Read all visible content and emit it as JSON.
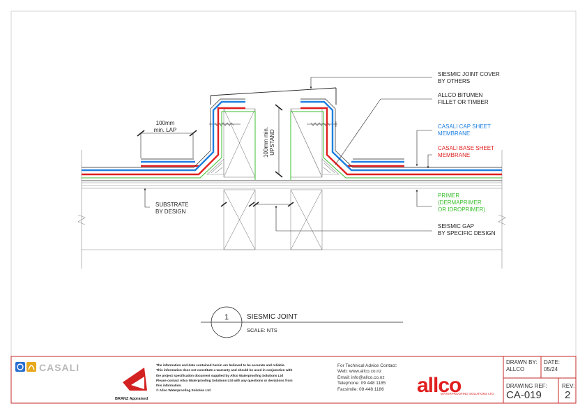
{
  "annotations": {
    "seismic_cover": [
      "SIESMIC JOINT COVER",
      "BY OTHERS"
    ],
    "fillet": [
      "ALLCO BITUMEN",
      "FILLET OR TIMBER"
    ],
    "cap_sheet": [
      "CASALI CAP SHEET",
      "MEMBRANE"
    ],
    "base_sheet": [
      "CASALI BASE SHEET",
      "MEMBRANE"
    ],
    "primer": [
      "PRIMER",
      "(DERMAPRIMER",
      "OR IDROPRIMER)"
    ],
    "gap": [
      "SEISMIC GAP",
      "BY SPECIFIC DESIGN"
    ],
    "substrate": [
      "SUBSTRATE",
      "BY DESIGN"
    ],
    "lap": [
      "100mm",
      "min. LAP"
    ],
    "upstand": [
      "100mm min.",
      "UPSTAND"
    ]
  },
  "title_block": {
    "number": "1",
    "title": "SIESMIC JOINT",
    "scale": "SCALE: NTS"
  },
  "footer": {
    "casali_logo": "CASALI",
    "branz_label": "BRANZ Appraised",
    "disclaimer": [
      "The information and data contained herein are believed to be accurate and reliable.",
      "This information does not constitute a warranty and should be used in conjunction with",
      "the project specification document supplied by Allco Waterproofing Solutions Ltd",
      "Please contact Allco Waterproofing Solutions Ltd with any questions or deviations from",
      "this information.",
      "© Allco Waterproofing Solution Ltd"
    ],
    "contact": [
      "For Technical Advice Contact:",
      "Web: www.allco.co.nz",
      "Email: info@allco.co.nz",
      "Telephone: 09 448 1185",
      "Facsimile: 09 448 1186"
    ],
    "allco_logo": "allco",
    "allco_tag": "WATERPROOFING SOLUTIONS LTD",
    "drawn_by_label": "DRAWN BY:",
    "drawn_by": "ALLCO",
    "date_label": "DATE:",
    "date": "05/24",
    "ref_label": "DRAWING REF:",
    "ref": "CA-019",
    "rev_label": "REV:",
    "rev": "2"
  },
  "colors": {
    "cap_sheet": "#1e7fe0",
    "base_sheet": "#e01f1f",
    "primer": "#3bbf2f",
    "frame": "#c62828"
  }
}
